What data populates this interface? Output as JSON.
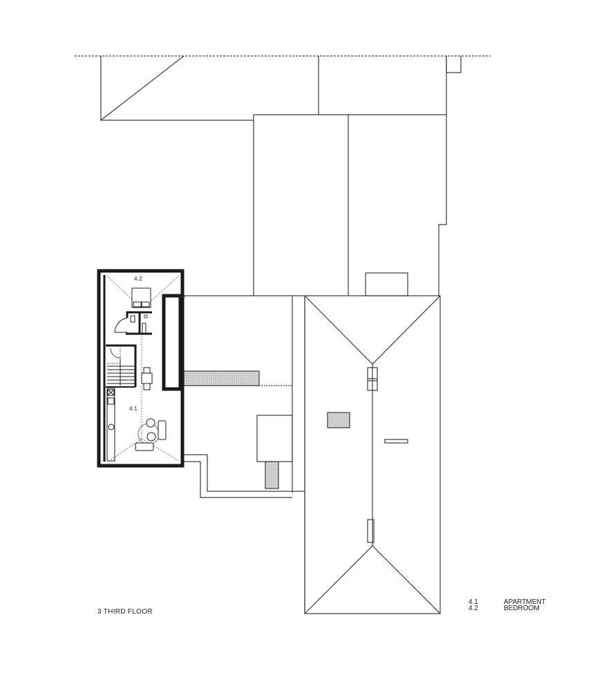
{
  "drawing": {
    "title": "3 THIRD FLOOR",
    "room_tags": {
      "apartment": "4.1",
      "bedroom": "4.2"
    },
    "legend": [
      {
        "number": "4.1",
        "name": "APARTMENT"
      },
      {
        "number": "4.2",
        "name": "BEDROOM"
      }
    ],
    "colors": {
      "line": "#3a3a3a",
      "wall": "#1a1a1a",
      "hatch": "#cfcfcf",
      "background": "#ffffff"
    }
  }
}
